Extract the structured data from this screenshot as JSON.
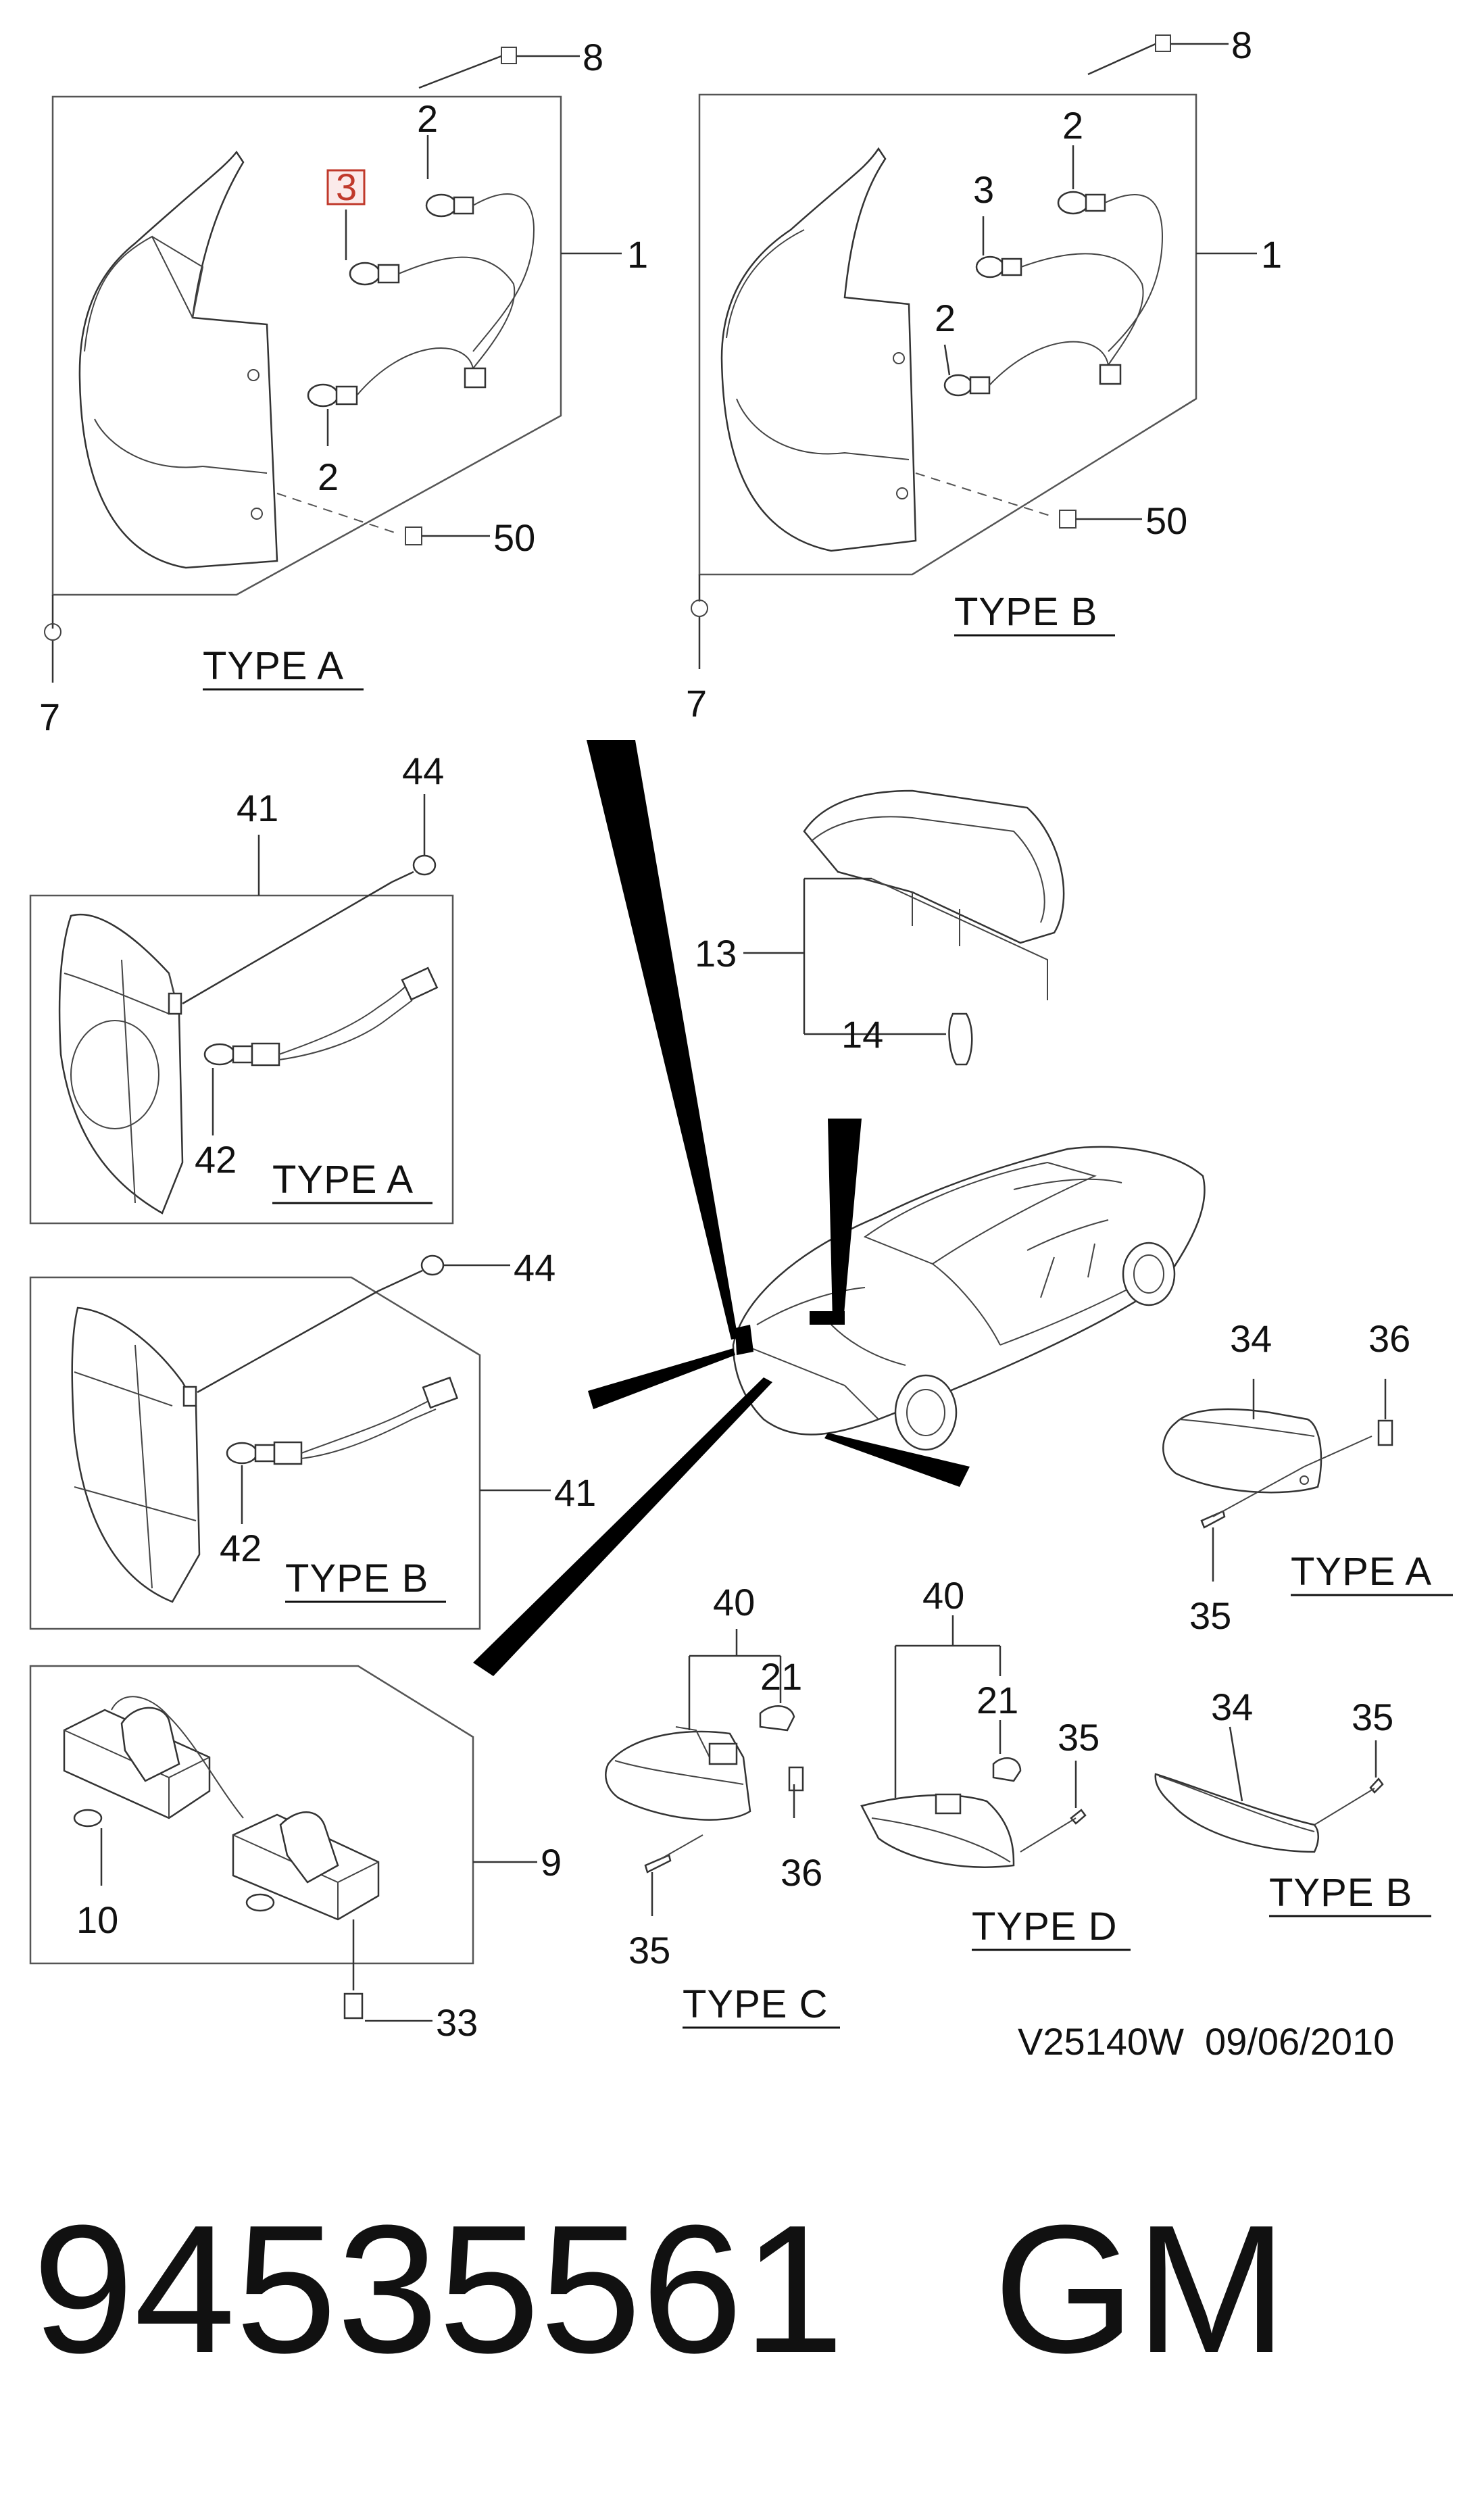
{
  "colors": {
    "line": "#333333",
    "text": "#111111",
    "highlight": "#c0392b",
    "background": "#ffffff"
  },
  "callouts": {
    "a_top": "8",
    "a_bulb_top": "2",
    "a_bulb_mid": "3",
    "a_housing": "1",
    "a_bulb_low": "2",
    "a_clip": "50",
    "a_screw": "7",
    "b_top": "8",
    "b_bulb_top": "2",
    "b_bulb_mid": "3",
    "b_housing": "1",
    "b_bulb_low": "2",
    "b_clip": "50",
    "b_screw": "7",
    "hm_lamp": "13",
    "hm_bulb": "14",
    "tl_a_nut": "44",
    "tl_a_lamp": "41",
    "tl_a_bulb": "42",
    "tl_b_nut": "44",
    "tl_b_lamp": "41",
    "tl_b_bulb": "42",
    "lic_lamp": "9",
    "lic_bulb": "10",
    "lic_screw": "33",
    "c_lamp": "40",
    "c_bulb": "21",
    "c_clip": "36",
    "c_screw": "35",
    "d_lamp": "40",
    "d_bulb": "21",
    "d_screw": "35",
    "ra_refl": "34",
    "ra_clip": "36",
    "ra_screw": "35",
    "rb_refl": "34",
    "rb_screw": "35"
  },
  "type_labels": {
    "top_a": "TYPE A",
    "top_b": "TYPE B",
    "tail_a": "TYPE A",
    "tail_b": "TYPE B",
    "side_c": "TYPE C",
    "side_d": "TYPE D",
    "refl_a": "TYPE A",
    "refl_b": "TYPE B"
  },
  "drawing_code": "V25140W  09/06/2010",
  "part_number": "94535561",
  "brand": "GM"
}
